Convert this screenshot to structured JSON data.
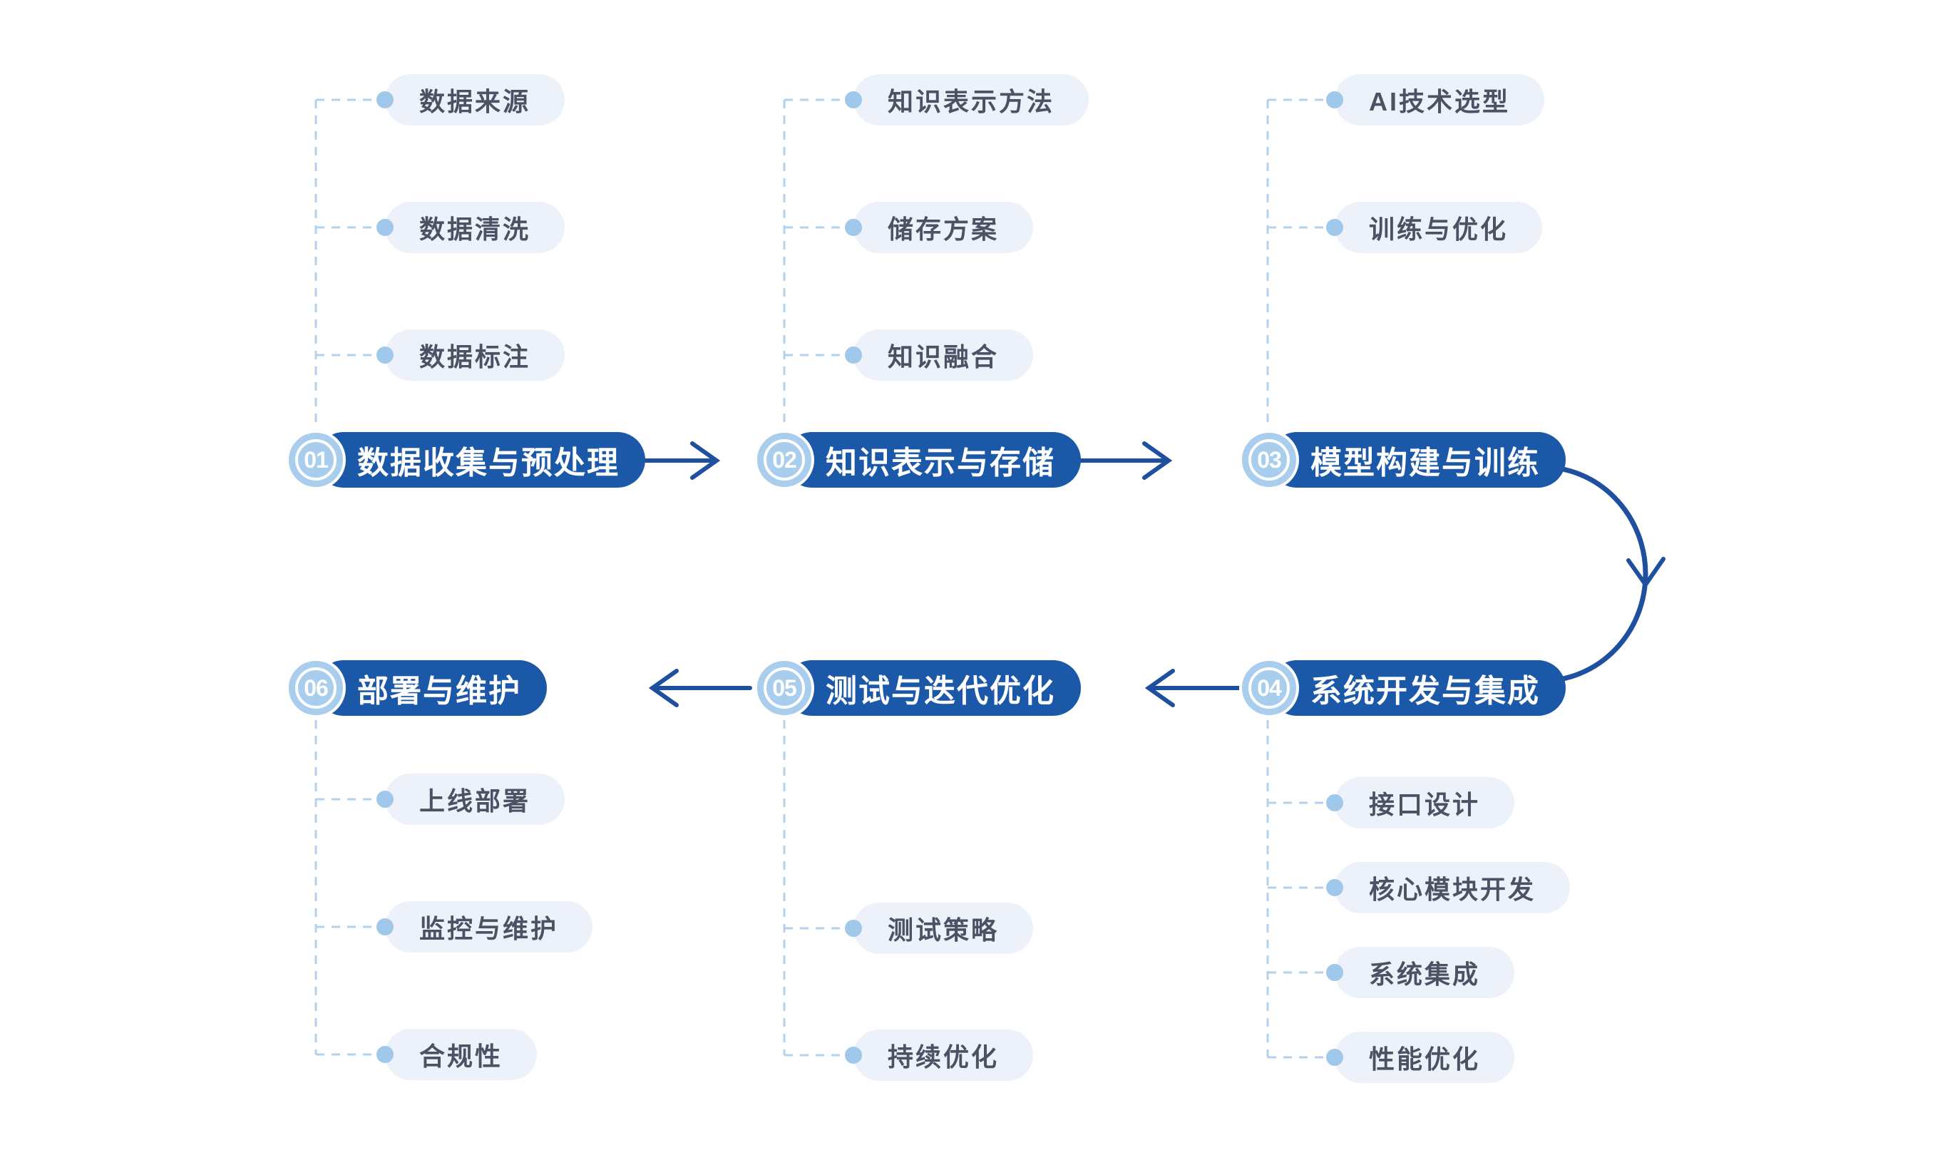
{
  "diagram": {
    "type": "flowchart",
    "flow_order": [
      "01",
      "02",
      "03",
      "04",
      "05",
      "06"
    ],
    "steps": [
      {
        "number": "01",
        "title": "数据收集与预处理",
        "subtasks": [
          "数据来源",
          "数据清洗",
          "数据标注"
        ]
      },
      {
        "number": "02",
        "title": "知识表示与存储",
        "subtasks": [
          "知识表示方法",
          "储存方案",
          "知识融合"
        ]
      },
      {
        "number": "03",
        "title": "模型构建与训练",
        "subtasks": [
          "AI技术选型",
          "训练与优化"
        ]
      },
      {
        "number": "04",
        "title": "系统开发与集成",
        "subtasks": [
          "接口设计",
          "核心模块开发",
          "系统集成",
          "性能优化"
        ]
      },
      {
        "number": "05",
        "title": "测试与迭代优化",
        "subtasks": [
          "测试策略",
          "持续优化"
        ]
      },
      {
        "number": "06",
        "title": "部署与维护",
        "subtasks": [
          "上线部署",
          "监控与维护",
          "合规性"
        ]
      }
    ],
    "colors": {
      "node_pill": "#1b58a8",
      "node_badge": "#a9cdec",
      "connector_line": "#1e509f",
      "dashed_line": "#b5d2ec",
      "dot": "#9fc8eb",
      "subtask_bg": "#edf1f9",
      "subtask_text": "#4a5264",
      "background": "#ffffff"
    }
  }
}
